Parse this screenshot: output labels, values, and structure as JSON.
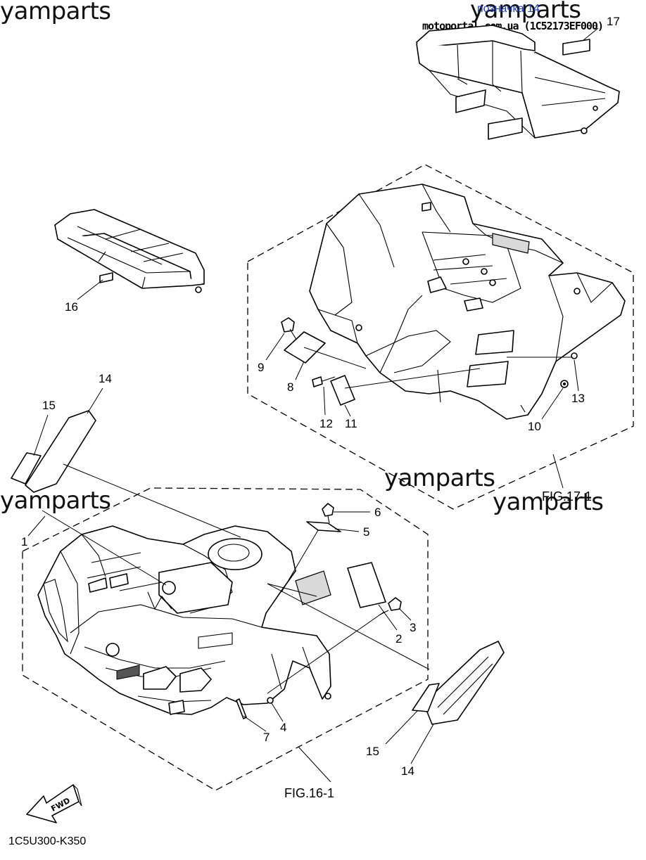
{
  "header": {
    "link_text": "позначка 14",
    "sub_text": "motoportal.com.ua (1C52173EF000)",
    "callout_17": "17"
  },
  "watermarks": [
    "yamparts",
    "yamparts",
    "yamparts",
    "yamparts",
    "yamparts"
  ],
  "figures": {
    "fig_16": "FIG.16-1",
    "fig_17": "FIG.17-1"
  },
  "callouts": {
    "c1": "1",
    "c2": "2",
    "c3": "3",
    "c4": "4",
    "c5": "5",
    "c6": "6",
    "c7": "7",
    "c8": "8",
    "c9": "9",
    "c10": "10",
    "c11": "11",
    "c12": "12",
    "c13": "13",
    "c14a": "14",
    "c14b": "14",
    "c15a": "15",
    "c15b": "15",
    "c16": "16"
  },
  "fwd_label": "FWD",
  "diagram_code": "1C5U300-K350"
}
